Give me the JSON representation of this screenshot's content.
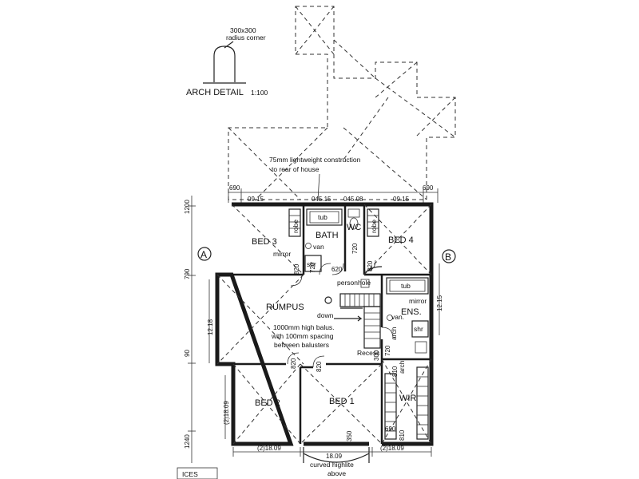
{
  "arch_detail": {
    "note_line1": "300x300",
    "note_line2": "radius corner",
    "title": "ARCH DETAIL",
    "scale": "1:100"
  },
  "notes": {
    "lightweight_line1": "75mm lightweight construction",
    "lightweight_line2": "to rear of house",
    "balus_line1": "1000mm high balus.",
    "balus_line2": "with 100mm spacing",
    "balus_line3": "between balusters",
    "highlite_line1": "curved highlite",
    "highlite_line2": "above"
  },
  "grid_bubbles": {
    "left": "A",
    "right": "B"
  },
  "rooms": {
    "bed3": "BED 3",
    "bath": "BATH",
    "wc": "WC",
    "bed4": "BED 4",
    "rumpus": "RUMPUS",
    "ens": "ENS.",
    "bed2": "BED 2",
    "bed1": "BED 1",
    "wir": "WIR"
  },
  "fixtures": {
    "tub_top": "tub",
    "tub_ens": "tub",
    "van_bath": "van",
    "van_ens": "van.",
    "mirror_left": "mirror",
    "mirror_right": "mirror",
    "shr_bath": "shr",
    "shr_ens": "shr",
    "robe_left": "robe",
    "robe_right": "robe",
    "personhole": "personhole",
    "down": "down",
    "recess": "Recess",
    "arch_ens": "arch",
    "arch_wir": "arch"
  },
  "dimensions": {
    "d690_tl": "690",
    "d690_tr": "690",
    "d0915_l": "09.15",
    "d04515": "045.15",
    "d04508": "045.08",
    "d0915_r": "09.15",
    "d1200": "1200",
    "d720_wc": "720",
    "d820_a": "820",
    "d620": "620",
    "d720_b": "720",
    "d820_b": "820",
    "d790": "790",
    "d1218": "12.18",
    "d1215": "12.15",
    "d90": "90",
    "d300": "300",
    "d720_c": "720",
    "d820_c": "820",
    "d820_d": "820",
    "d810": "810",
    "d2_1809_side": "(2)18.09",
    "d1240": "1240",
    "d350": "350",
    "d690_b": "690",
    "d810_b": "810",
    "d2_1809_bl": "(2)18.09",
    "d2_1809_br": "(2)18.09",
    "d1809": "18.09"
  },
  "corner_label": "ICES"
}
